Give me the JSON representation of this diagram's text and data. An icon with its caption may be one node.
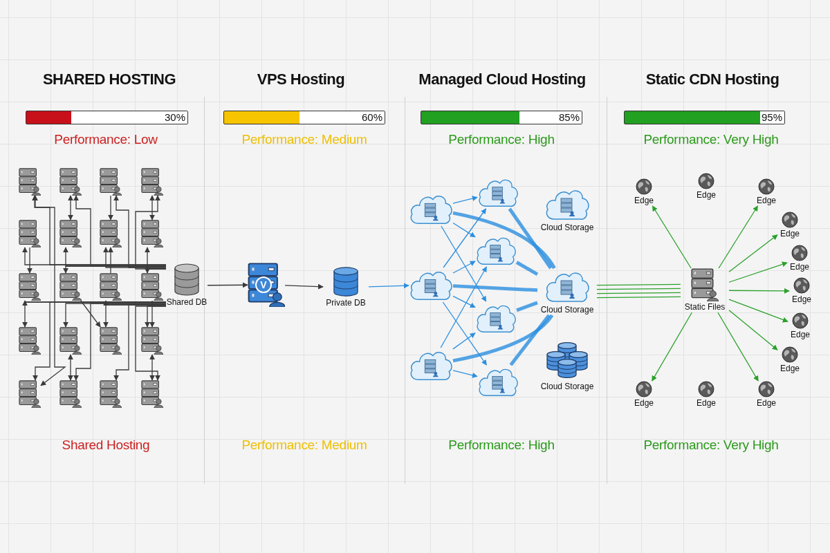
{
  "diagram": {
    "nodes": [
      {
        "text": [],
        "shape": "server"
      },
      {
        "text": [],
        "shape": "server"
      },
      {
        "text": [],
        "shape": "server"
      },
      {
        "text": [],
        "shape": "server"
      },
      {
        "text": [],
        "shape": "server"
      },
      {
        "text": [],
        "shape": "server"
      },
      {
        "text": [],
        "shape": "server"
      },
      {
        "text": [],
        "shape": "server"
      },
      {
        "text": [],
        "shape": "server"
      },
      {
        "text": [],
        "shape": "server"
      },
      {
        "text": [],
        "shape": "server"
      },
      {
        "text": [],
        "shape": "server"
      },
      {
        "text": [],
        "shape": "server"
      },
      {
        "text": [],
        "shape": "server"
      },
      {
        "text": [],
        "shape": "server"
      },
      {
        "text": [],
        "shape": "server"
      },
      {
        "text": [],
        "shape": "server"
      },
      {
        "text": [],
        "shape": "server"
      },
      {
        "text": [],
        "shape": "server"
      },
      {
        "text": [],
        "shape": "server"
      },
      {
        "text": [
          "Shared DB"
        ]
      },
      {
        "text": [
          "V"
        ]
      },
      {
        "text": [
          "Private DB"
        ]
      },
      {
        "text": [],
        "shape": "cloud"
      },
      {
        "text": [],
        "shape": "cloud"
      },
      {
        "text": [],
        "shape": "cloud"
      },
      {
        "text": [],
        "shape": "cloud"
      },
      {
        "text": [],
        "shape": "cloud"
      },
      {
        "text": [],
        "shape": "cloud"
      },
      {
        "text": [],
        "shape": "cloud"
      },
      {
        "text": [
          "Cloud Storage"
        ]
      },
      {
        "text": [
          "Cloud Storage"
        ]
      },
      {
        "text": [
          "Cloud Storage"
        ]
      },
      {
        "text": [
          "Static Files"
        ]
      },
      {
        "text": [
          "Edge"
        ]
      },
      {
        "text": [
          "Edge"
        ]
      },
      {
        "text": [
          "Edge"
        ]
      },
      {
        "text": [
          "Edge"
        ]
      },
      {
        "text": [
          "Edge"
        ]
      },
      {
        "text": [
          "Edge"
        ]
      },
      {
        "text": [
          "Edge"
        ]
      },
      {
        "text": [
          "Edge"
        ]
      },
      {
        "text": [
          "Edge"
        ]
      },
      {
        "text": [
          "Edge"
        ]
      },
      {
        "text": [
          "Edge"
        ]
      }
    ],
    "edges": [
      {
        "from": 20,
        "to": 0,
        "arrow": "to"
      },
      {
        "from": 20,
        "to": 1,
        "arrow": "to"
      },
      {
        "from": 20,
        "to": 2,
        "arrow": "to"
      },
      {
        "from": 20,
        "to": 3,
        "arrow": "to"
      },
      {
        "from": 20,
        "to": 4,
        "arrow": "to"
      },
      {
        "from": 20,
        "to": 5,
        "arrow": "to"
      },
      {
        "from": 20,
        "to": 6,
        "arrow": "to"
      },
      {
        "from": 20,
        "to": 7,
        "arrow": "to"
      },
      {
        "from": 20,
        "to": 8,
        "arrow": "to"
      },
      {
        "from": 20,
        "to": 9,
        "arrow": "to"
      },
      {
        "from": 20,
        "to": 10,
        "arrow": "to"
      },
      {
        "from": 20,
        "to": 11,
        "arrow": "to"
      },
      {
        "from": 20,
        "to": 12,
        "arrow": "to"
      },
      {
        "from": 20,
        "to": 13,
        "arrow": "to"
      },
      {
        "from": 20,
        "to": 14,
        "arrow": "to"
      },
      {
        "from": 20,
        "to": 15,
        "arrow": "to"
      },
      {
        "from": 20,
        "to": 16,
        "arrow": "to"
      },
      {
        "from": 20,
        "to": 17,
        "arrow": "to"
      },
      {
        "from": 20,
        "to": 18,
        "arrow": "to"
      },
      {
        "from": 20,
        "to": 19,
        "arrow": "to"
      },
      {
        "from": 1,
        "to": 5,
        "arrow": "both"
      },
      {
        "from": 3,
        "to": 7,
        "arrow": "both"
      },
      {
        "from": 13,
        "to": 17,
        "arrow": "both"
      },
      {
        "from": 15,
        "to": 19,
        "arrow": "both"
      },
      {
        "from": 0,
        "to": 16,
        "arrow": "both"
      },
      {
        "from": 2,
        "to": 6,
        "arrow": "to"
      },
      {
        "from": 4,
        "to": 8,
        "arrow": "to"
      },
      {
        "from": 10,
        "to": 6,
        "arrow": "to"
      },
      {
        "from": 11,
        "to": 15,
        "arrow": "to"
      },
      {
        "from": 9,
        "to": 14,
        "arrow": "to"
      },
      {
        "from": 20,
        "to": 21,
        "arrow": "to"
      },
      {
        "from": 21,
        "to": 22,
        "arrow": "to"
      },
      {
        "from": 22,
        "to": 24,
        "arrow": "to",
        "color": "#2b8fe0"
      },
      {
        "from": 23,
        "to": 26,
        "arrow": "to",
        "color": "#2b8fe0"
      },
      {
        "from": 23,
        "to": 27,
        "arrow": "to",
        "color": "#2b8fe0"
      },
      {
        "from": 23,
        "to": 28,
        "arrow": "to",
        "color": "#2b8fe0"
      },
      {
        "from": 24,
        "to": 26,
        "arrow": "to",
        "color": "#2b8fe0"
      },
      {
        "from": 24,
        "to": 27,
        "arrow": "to",
        "color": "#2b8fe0"
      },
      {
        "from": 24,
        "to": 28,
        "arrow": "to",
        "color": "#2b8fe0"
      },
      {
        "from": 24,
        "to": 29,
        "arrow": "to",
        "color": "#2b8fe0"
      },
      {
        "from": 25,
        "to": 27,
        "arrow": "to",
        "color": "#2b8fe0"
      },
      {
        "from": 25,
        "to": 28,
        "arrow": "to",
        "color": "#2b8fe0"
      },
      {
        "from": 25,
        "to": 29,
        "arrow": "to",
        "color": "#2b8fe0"
      },
      {
        "from": 23,
        "to": 31,
        "arrow": "none",
        "style": "thick",
        "color": "#2b8fe0"
      },
      {
        "from": 26,
        "to": 31,
        "arrow": "none",
        "style": "thick",
        "color": "#2b8fe0"
      },
      {
        "from": 27,
        "to": 31,
        "arrow": "none",
        "style": "thick",
        "color": "#2b8fe0"
      },
      {
        "from": 24,
        "to": 31,
        "arrow": "none",
        "style": "thick",
        "color": "#2b8fe0"
      },
      {
        "from": 28,
        "to": 31,
        "arrow": "none",
        "style": "thick",
        "color": "#2b8fe0"
      },
      {
        "from": 25,
        "to": 31,
        "arrow": "none",
        "style": "thick",
        "color": "#2b8fe0"
      },
      {
        "from": 29,
        "to": 31,
        "arrow": "none",
        "style": "thick",
        "color": "#2b8fe0"
      },
      {
        "from": 31,
        "to": 33,
        "arrow": "none",
        "color": "#2aa12a"
      },
      {
        "from": 31,
        "to": 33,
        "arrow": "none",
        "color": "#2aa12a"
      },
      {
        "from": 31,
        "to": 33,
        "arrow": "none",
        "color": "#2aa12a"
      },
      {
        "from": 31,
        "to": 33,
        "arrow": "none",
        "color": "#2aa12a"
      },
      {
        "from": 33,
        "to": 34,
        "arrow": "to",
        "color": "#2aa12a"
      },
      {
        "from": 33,
        "to": 36,
        "arrow": "to",
        "color": "#2aa12a"
      },
      {
        "from": 33,
        "to": 37,
        "arrow": "to",
        "color": "#2aa12a"
      },
      {
        "from": 33,
        "to": 38,
        "arrow": "to",
        "color": "#2aa12a"
      },
      {
        "from": 33,
        "to": 39,
        "arrow": "to",
        "color": "#2aa12a"
      },
      {
        "from": 33,
        "to": 40,
        "arrow": "to",
        "color": "#2aa12a"
      },
      {
        "from": 33,
        "to": 41,
        "arrow": "to",
        "color": "#2aa12a"
      },
      {
        "from": 33,
        "to": 42,
        "arrow": "to",
        "color": "#2aa12a"
      },
      {
        "from": 33,
        "to": 44,
        "arrow": "to",
        "color": "#2aa12a"
      }
    ],
    "labels": [
      "SHARED HOSTING",
      "VPS Hosting",
      "Managed Cloud Hosting",
      "Static CDN Hosting",
      "30%",
      "Performance: Low",
      "60%",
      "Performance: Medium",
      "85%",
      "Performance: High",
      "95%",
      "Performance: Very High",
      "Shared Hosting",
      "Performance: Medium",
      "Performance: High",
      "Performance: Very High"
    ]
  }
}
